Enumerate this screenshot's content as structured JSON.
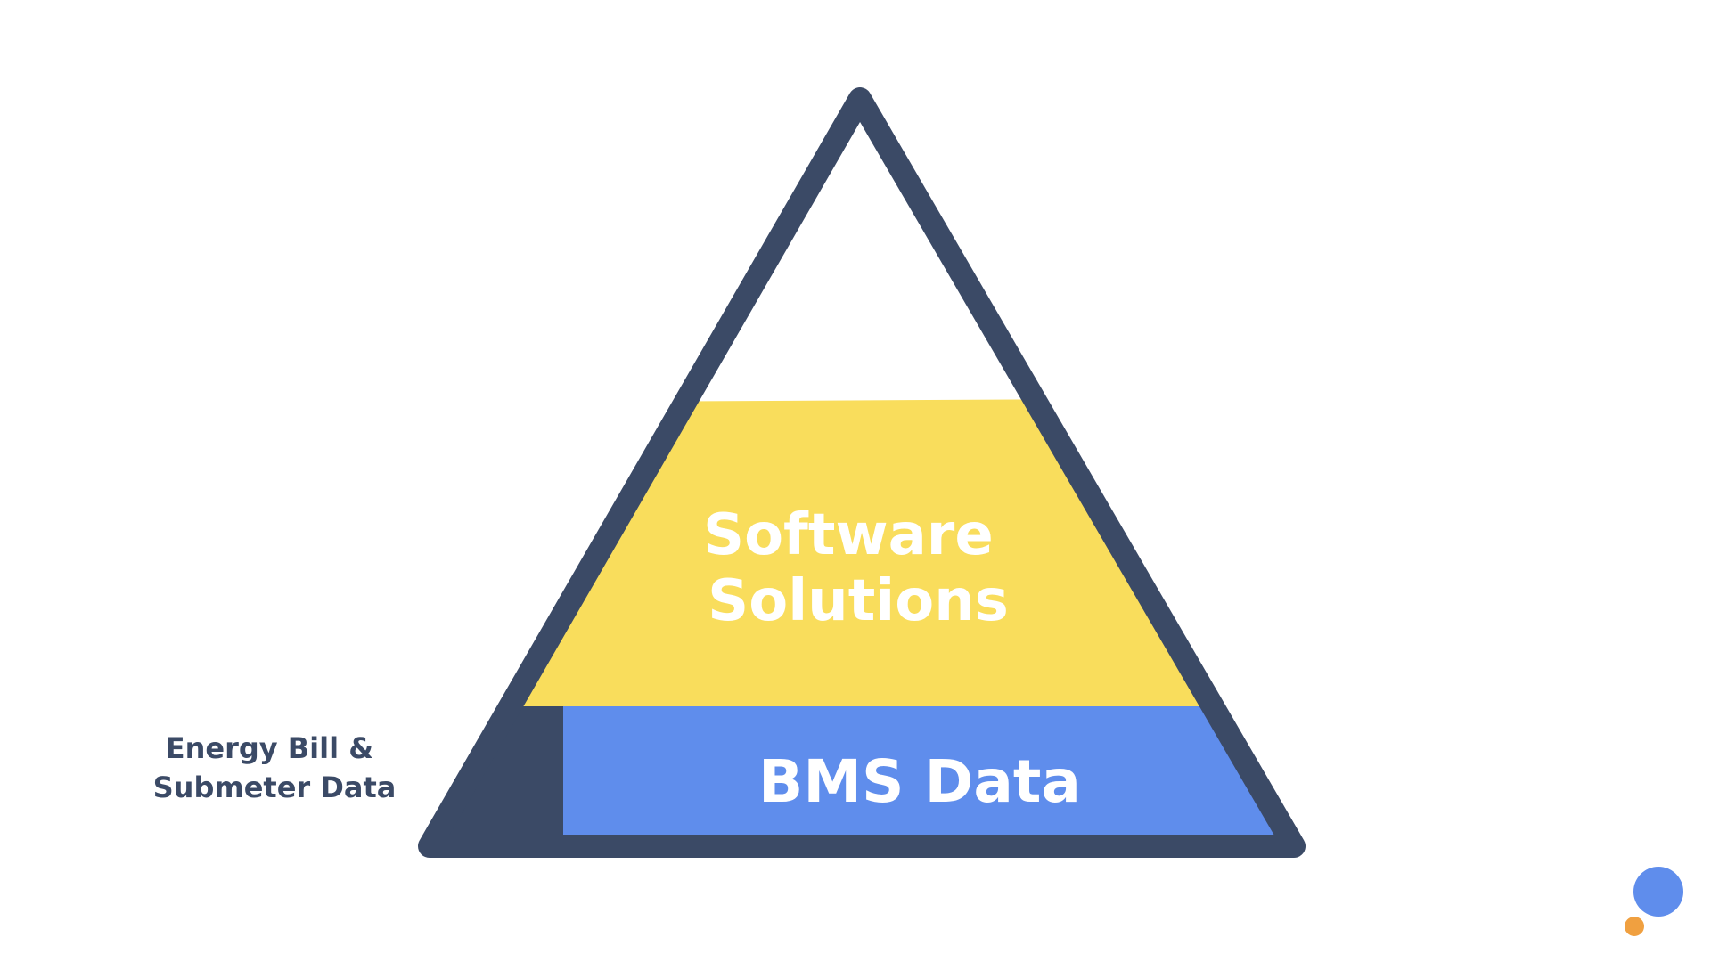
{
  "diagram": {
    "layers": [
      {
        "id": "software",
        "label_lines": [
          "Software",
          "Solutions"
        ],
        "color": "#f9dd5c"
      },
      {
        "id": "bms",
        "label": "BMS Data",
        "color": "#5f8dec"
      },
      {
        "id": "energy",
        "label_lines": [
          "Energy Bill &",
          "Submeter Data"
        ],
        "color": "#3b4a66"
      }
    ],
    "outline_color": "#3b4a66",
    "logo": {
      "icon": "dots-logo-icon",
      "colors": [
        "#5f8dec",
        "#f0a040"
      ]
    }
  }
}
